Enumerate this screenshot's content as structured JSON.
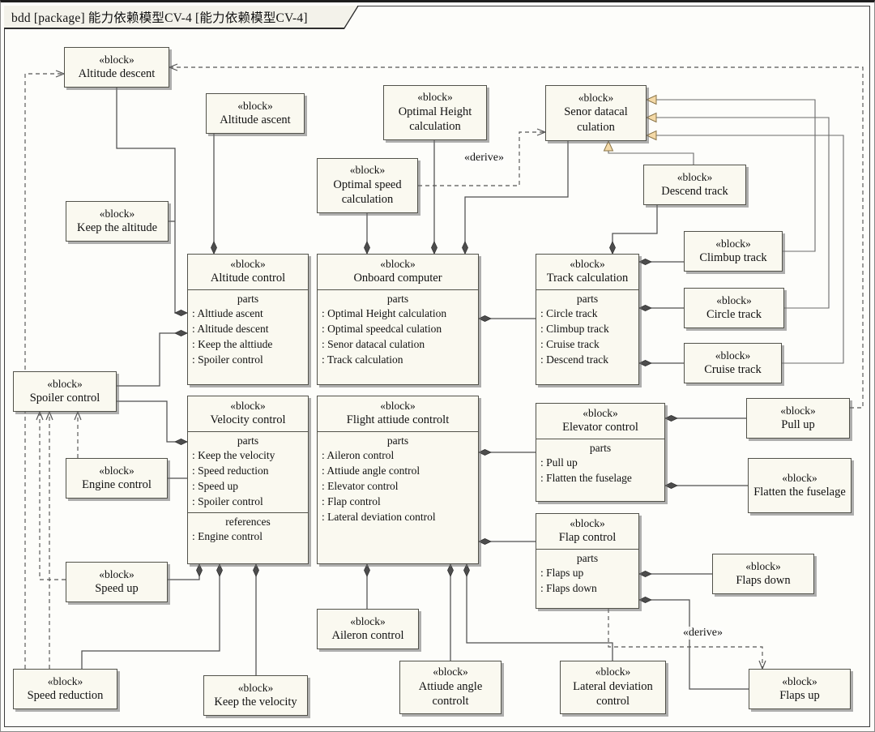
{
  "diagram": {
    "frame_title": "bdd [package] 能力依赖模型CV-4 [能力依赖模型CV-4]",
    "stereotype": "«block»",
    "parts_label": "parts",
    "references_label": "references",
    "derive_label": "«derive»"
  },
  "colors": {
    "block_fill": "#faf9f0",
    "block_border": "#52524a",
    "generalization_arrow_fill": "#f4d9a6",
    "connector": "#4f4f4f"
  },
  "blocks": [
    {
      "id": "altitude-descent",
      "name": "Altitude descent"
    },
    {
      "id": "altitude-ascent",
      "name": "Altitude ascent"
    },
    {
      "id": "optimal-height-calculation",
      "name": "Optimal Height calculation"
    },
    {
      "id": "senor-datacal-culation",
      "name": "Senor datacal culation"
    },
    {
      "id": "optimal-speed-calculation",
      "name": "Optimal speed calculation"
    },
    {
      "id": "descend-track",
      "name": "Descend track"
    },
    {
      "id": "keep-the-altitude",
      "name": "Keep the altitude"
    },
    {
      "id": "climbup-track",
      "name": "Climbup track"
    },
    {
      "id": "altitude-control",
      "name": "Altitude control",
      "parts": [
        ": Alttiude ascent",
        ": Altitude descent",
        ": Keep the alttiude",
        ": Spoiler control"
      ]
    },
    {
      "id": "onboard-computer",
      "name": "Onboard computer",
      "parts": [
        ": Optimal Height calculation",
        ": Optimal speedcal culation",
        ": Senor datacal culation",
        ": Track calculation"
      ]
    },
    {
      "id": "track-calculation",
      "name": "Track calculation",
      "parts": [
        ": Circle track",
        ": Climbup track",
        ": Cruise track",
        ": Descend track"
      ]
    },
    {
      "id": "circle-track",
      "name": "Circle track"
    },
    {
      "id": "cruise-track",
      "name": "Cruise track"
    },
    {
      "id": "spoiler-control",
      "name": "Spoiler control"
    },
    {
      "id": "velocity-control",
      "name": "Velocity control",
      "parts": [
        ": Keep the velocity",
        ": Speed reduction",
        ": Speed up",
        ": Spoiler control"
      ],
      "references": [
        ": Engine control"
      ]
    },
    {
      "id": "flight-attiude-controlt",
      "name": "Flight attiude controlt",
      "parts": [
        ": Aileron control",
        ": Attiude angle control",
        ": Elevator control",
        ": Flap control",
        ": Lateral deviation control"
      ]
    },
    {
      "id": "elevator-control",
      "name": "Elevator control",
      "parts": [
        ": Pull up",
        ": Flatten the fuselage"
      ]
    },
    {
      "id": "pull-up",
      "name": "Pull up"
    },
    {
      "id": "flatten-the-fuselage",
      "name": "Flatten the fuselage"
    },
    {
      "id": "engine-control",
      "name": "Engine control"
    },
    {
      "id": "flap-control",
      "name": "Flap control",
      "parts": [
        ": Flaps up",
        ": Flaps down"
      ]
    },
    {
      "id": "flaps-down",
      "name": "Flaps down"
    },
    {
      "id": "speed-up",
      "name": "Speed up"
    },
    {
      "id": "aileron-control",
      "name": "Aileron control"
    },
    {
      "id": "speed-reduction",
      "name": "Speed reduction"
    },
    {
      "id": "keep-the-velocity",
      "name": "Keep the velocity"
    },
    {
      "id": "attiude-angle-controlt",
      "name": "Attiude angle controlt"
    },
    {
      "id": "lateral-deviation-control",
      "name": "Lateral deviation control"
    },
    {
      "id": "flaps-up",
      "name": "Flaps up"
    }
  ]
}
